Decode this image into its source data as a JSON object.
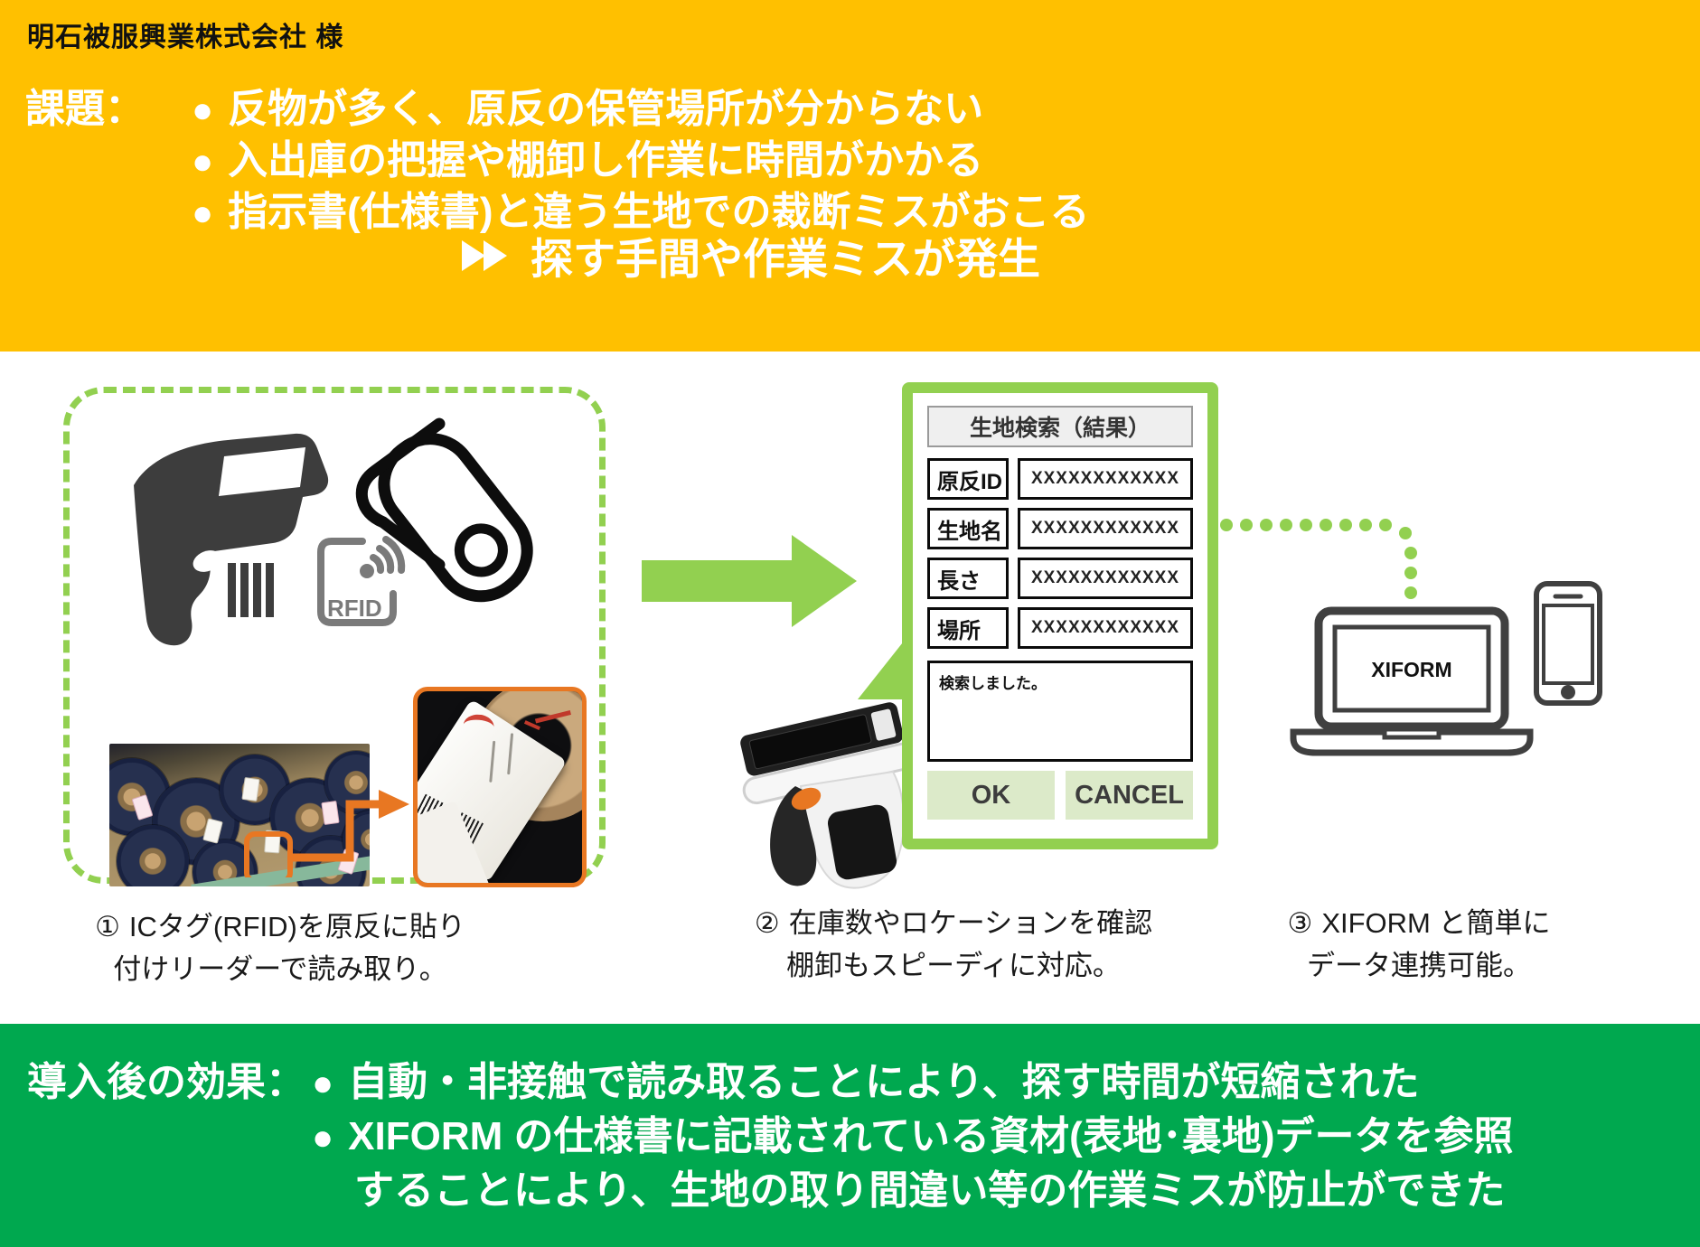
{
  "colors": {
    "yellow": "#FFC000",
    "green_dark": "#00A84F",
    "green_light": "#92D050",
    "green_pale": "#DCEAC9",
    "orange": "#E87722",
    "icon_dark": "#3D3D3D",
    "outline_dark": "#404040"
  },
  "header": {
    "company": "明石被服興業株式会社 様",
    "label": "課題：",
    "bullet_glyph": "●",
    "bullets": [
      "反物が多く、原反の保管場所が分からない",
      "入出庫の把握や棚卸し作業に時間がかかる",
      "指示書(仕様書)と違う生地での裁断ミスがおこる"
    ],
    "conclusion": "探す手間や作業ミスが発生"
  },
  "diagram": {
    "rfid_label": "RFID",
    "laptop_label": "XIFORM",
    "panel": {
      "title": "生地検索（結果）",
      "fields": [
        {
          "label": "原反ID",
          "value": "XXXXXXXXXXXX"
        },
        {
          "label": "生地名",
          "value": "XXXXXXXXXXXX"
        },
        {
          "label": "長さ",
          "value": "XXXXXXXXXXXX"
        },
        {
          "label": "場所",
          "value": "XXXXXXXXXXXX"
        }
      ],
      "message": "検索しました。",
      "ok_label": "OK",
      "cancel_label": "CANCEL"
    },
    "captions": [
      {
        "num": "①",
        "line1": "ICタグ(RFID)を原反に貼り",
        "line2": "付けリーダーで読み取り。"
      },
      {
        "num": "②",
        "line1": "在庫数やロケーションを確認",
        "line2": "棚卸もスピーディに対応。"
      },
      {
        "num": "③",
        "line1": "XIFORM と簡単に",
        "line2": "データ連携可能。"
      }
    ]
  },
  "footer": {
    "label": "導入後の効果：",
    "bullet_glyph": "●",
    "lines": [
      "自動・非接触で読み取ることにより、探す時間が短縮された",
      "XIFORM の仕様書に記載されている資材(表地･裏地)データを参照",
      "することにより、生地の取り間違い等の作業ミスが防止ができた"
    ]
  }
}
